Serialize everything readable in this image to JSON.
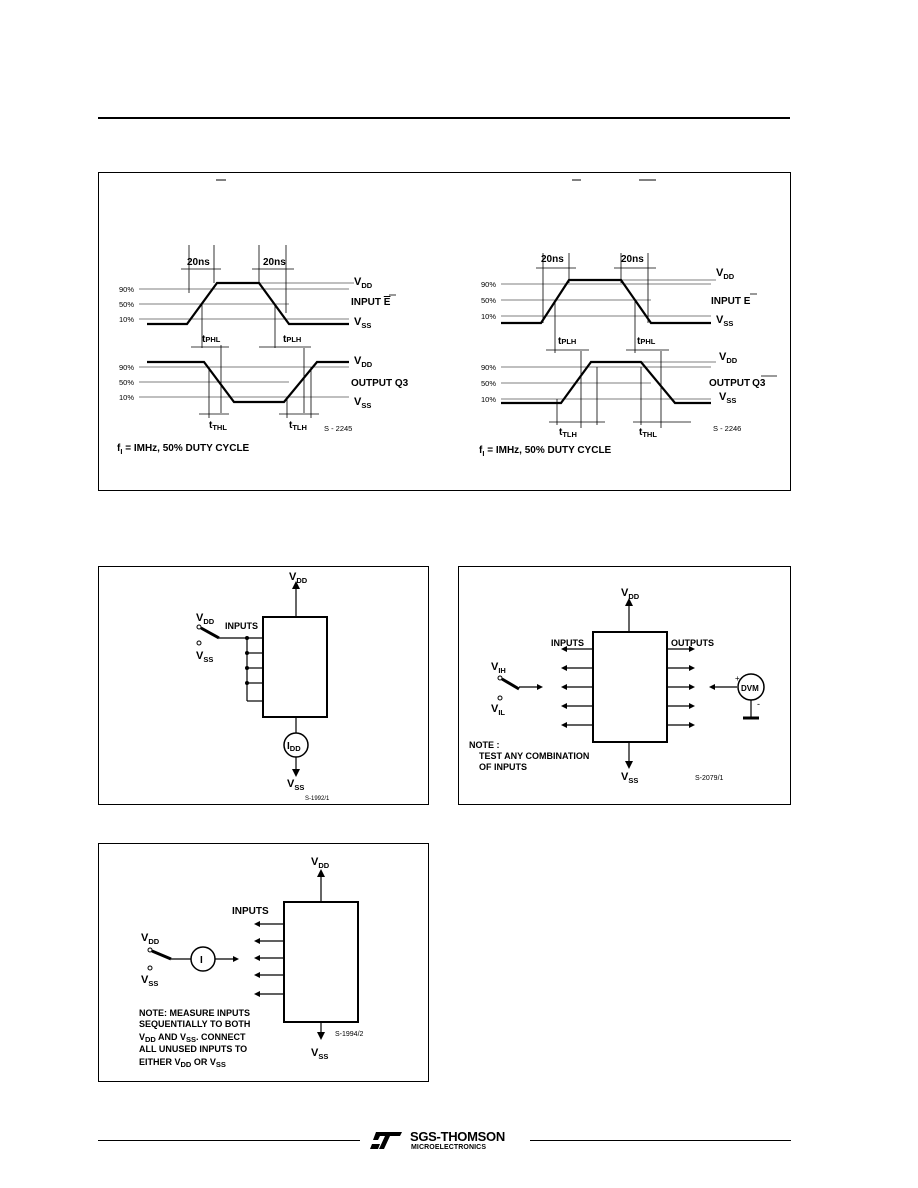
{
  "wave_left": {
    "t20a": "20ns",
    "t20b": "20ns",
    "p90": "90%",
    "p50": "50%",
    "p10": "10%",
    "vdd_top": "V",
    "vdd_top_sub": "DD",
    "input_label": "INPUT",
    "input_bar": "E",
    "vss_top": "V",
    "vss_top_sub": "SS",
    "tphl": "t",
    "tphl_sub": "PHL",
    "tplh": "t",
    "tplh_sub": "PLH",
    "q90": "90%",
    "q50": "50%",
    "q10": "10%",
    "vdd_bot": "V",
    "vdd_bot_sub": "DD",
    "output_label": "OUTPUT Q3",
    "vss_bot": "V",
    "vss_bot_sub": "SS",
    "tthl": "t",
    "tthl_sub": "THL",
    "ttlh": "t",
    "ttlh_sub": "TLH",
    "code": "S - 2245",
    "freq_f": "f",
    "freq_sub": "I",
    "freq": "= IMHz, 50% DUTY CYCLE"
  },
  "wave_right": {
    "t20a": "20ns",
    "t20b": "20ns",
    "p90": "90%",
    "p50": "50%",
    "p10": "10%",
    "vdd_top": "V",
    "vdd_top_sub": "DD",
    "input_label": "INPUT",
    "input_bar": "E",
    "vss_top": "V",
    "vss_top_sub": "SS",
    "tplh": "t",
    "tplh_sub": "PLH",
    "tphl": "t",
    "tphl_sub": "PHL",
    "q90": "90%",
    "q50": "50%",
    "q10": "10%",
    "vdd_bot": "V",
    "vdd_bot_sub": "DD",
    "output_label": "OUTPUT",
    "output_bar": "Q3",
    "vss_bot": "V",
    "vss_bot_sub": "SS",
    "ttlh": "t",
    "ttlh_sub": "TLH",
    "tthl": "t",
    "tthl_sub": "THL",
    "code": "S - 2246",
    "freq_f": "f",
    "freq_sub": "I",
    "freq": "= IMHz, 50% DUTY CYCLE"
  },
  "circuit_idd": {
    "vdd": "V",
    "vdd_sub": "DD",
    "sw_vdd": "V",
    "sw_vdd_sub": "DD",
    "sw_vss": "V",
    "sw_vss_sub": "SS",
    "inputs": "INPUTS",
    "meter": "I",
    "meter_sub": "DD",
    "vss": "V",
    "vss_sub": "SS",
    "code": "S-1992/1"
  },
  "circuit_vih": {
    "vdd": "V",
    "vdd_sub": "DD",
    "inputs": "INPUTS",
    "outputs": "OUTPUTS",
    "vih": "V",
    "vih_sub": "IH",
    "vil": "V",
    "vil_sub": "IL",
    "dvm": "DVM",
    "plus": "+",
    "minus": "-",
    "note1": "NOTE :",
    "note2": "TEST ANY COMBINATION",
    "note3": "OF INPUTS",
    "vss": "V",
    "vss_sub": "SS",
    "code": "S-2079/1"
  },
  "circuit_iin": {
    "vdd": "V",
    "vdd_sub": "DD",
    "inputs": "INPUTS",
    "sw_vdd": "V",
    "sw_vdd_sub": "DD",
    "sw_vss": "V",
    "sw_vss_sub": "SS",
    "meter": "I",
    "note1": "NOTE: MEASURE INPUTS",
    "note2": "SEQUENTIALLY TO BOTH",
    "note3a": "V",
    "note3a_sub": "DD",
    "note3b": " AND V",
    "note3b_sub": "SS",
    "note3c": ". CONNECT",
    "note4": "ALL UNUSED INPUTS TO",
    "note5a": "EITHER V",
    "note5a_sub": "DD",
    "note5b": " OR V",
    "note5b_sub": "SS",
    "vss": "V",
    "vss_sub": "SS",
    "code": "S-1994/2"
  },
  "footer": {
    "brand": "SGS-THOMSON",
    "sub": "MICROELECTRONICS",
    "logo": "ST"
  }
}
